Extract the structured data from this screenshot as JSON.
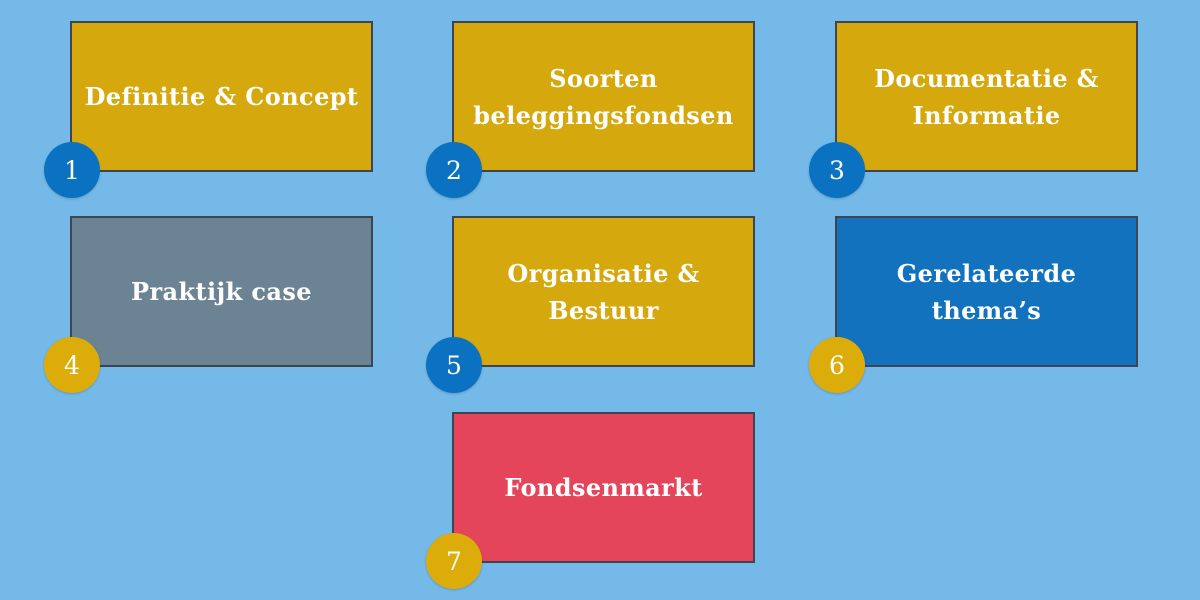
{
  "slide": {
    "background_color": "#74B9E8",
    "card_border_color": "#3E4450",
    "text_color": "#FFFFFF"
  },
  "cards": [
    {
      "number": "1",
      "label": "Definitie & Concept",
      "card_color": "#D5A80D",
      "badge_color": "#0B72C2"
    },
    {
      "number": "2",
      "label": "Soorten\nbeleggingsfondsen",
      "card_color": "#D5A80D",
      "badge_color": "#0B72C2"
    },
    {
      "number": "3",
      "label": "Documentatie &\nInformatie",
      "card_color": "#D5A80D",
      "badge_color": "#0B72C2"
    },
    {
      "number": "4",
      "label": "Praktijk case",
      "card_color": "#6C8394",
      "badge_color": "#DCAD0A"
    },
    {
      "number": "5",
      "label": "Organisatie &\nBestuur",
      "card_color": "#D5A80D",
      "badge_color": "#0B72C2"
    },
    {
      "number": "6",
      "label": "Gerelateerde\nthema’s",
      "card_color": "#1272BE",
      "badge_color": "#DCAD0A"
    },
    {
      "number": "7",
      "label": "Fondsenmarkt",
      "card_color": "#E5455A",
      "badge_color": "#DCAD0A"
    }
  ]
}
